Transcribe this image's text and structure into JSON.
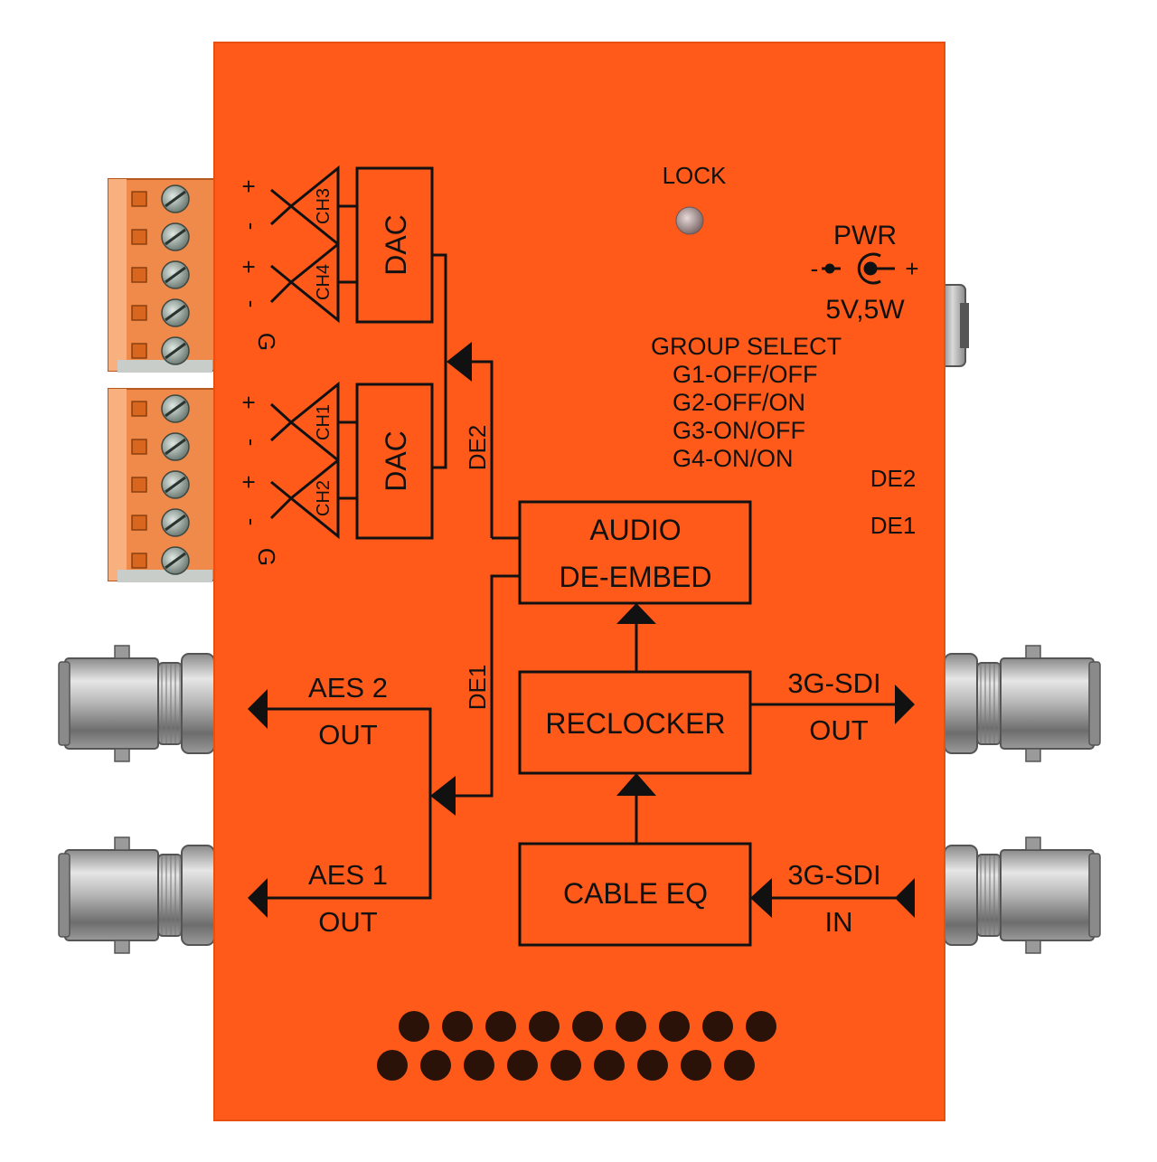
{
  "device": {
    "colors": {
      "body": "#ff5a1a",
      "body_edge": "#e9500f",
      "terminal_block": "#f08a4b",
      "bnc_metal": "#b9b9b9",
      "ink": "#111111"
    },
    "labels": {
      "lock": "LOCK",
      "pwr": "PWR",
      "pwr_minus": "-",
      "pwr_plus": "+",
      "power_rating": "5V,5W",
      "group_select_title": "GROUP SELECT",
      "group_select_options": [
        "G1-OFF/OFF",
        "G2-OFF/ON",
        "G3-ON/OFF",
        "G4-ON/ON"
      ],
      "switch_de2": "DE2",
      "switch_de1": "DE1",
      "dac_top": "DAC",
      "dac_bottom": "DAC",
      "ch3": "CH3",
      "ch4": "CH4",
      "ch1": "CH1",
      "ch2": "CH2",
      "plus": "+",
      "minus": "-",
      "ground": "G",
      "de2_line": "DE2",
      "de1_line": "DE1",
      "audio_line1": "AUDIO",
      "audio_line2": "DE-EMBED",
      "reclocker": "RECLOCKER",
      "cable_eq": "CABLE EQ",
      "sdi_out_top": "3G-SDI",
      "sdi_out_bottom": "OUT",
      "sdi_in_top": "3G-SDI",
      "sdi_in_bottom": "IN",
      "aes2_top": "AES 2",
      "aes2_bottom": "OUT",
      "aes1_top": "AES 1",
      "aes1_bottom": "OUT"
    },
    "icons": {
      "lock_led": "led-indicator-icon",
      "power_polarity": "center-positive-polarity-icon",
      "bnc": "bnc-connector-icon",
      "terminal_screw": "screw-terminal-icon",
      "vent": "vent-hole-icon"
    }
  }
}
